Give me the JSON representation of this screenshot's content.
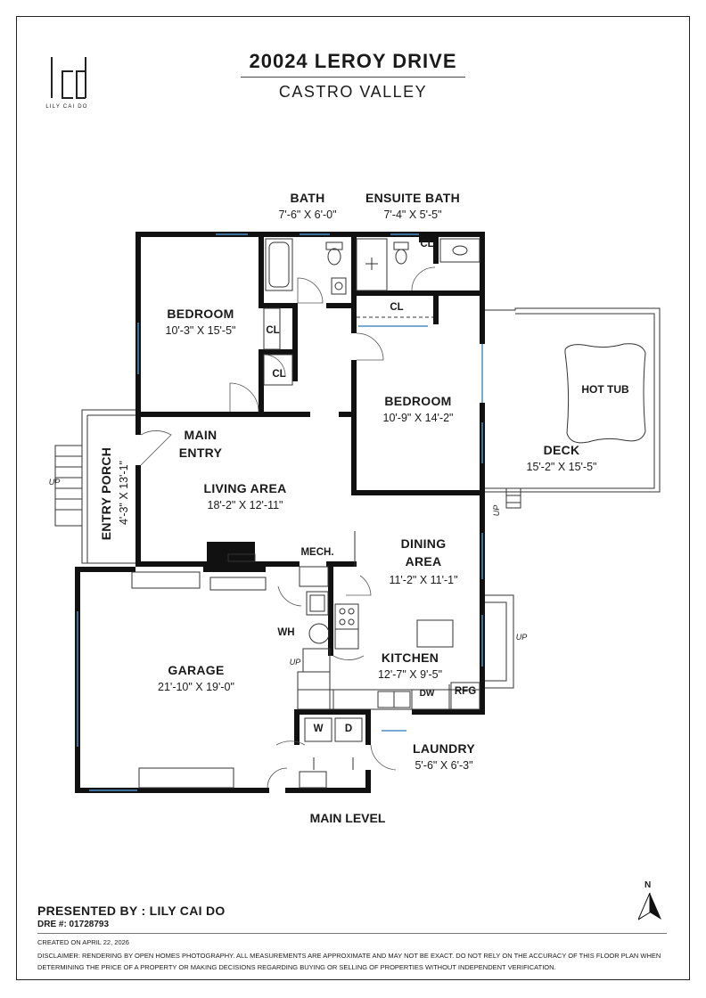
{
  "header": {
    "logo_text": "LILY CAI DO",
    "title": "20024 LEROY DRIVE",
    "subtitle": "CASTRO VALLEY"
  },
  "rooms": {
    "bath": {
      "name": "BATH",
      "dims": "7'-6\" X 6'-0\""
    },
    "ensuite_bath": {
      "name": "ENSUITE BATH",
      "dims": "7'-4\" X 5'-5\""
    },
    "bedroom_1": {
      "name": "BEDROOM",
      "dims": "10'-3\" X 15'-5\""
    },
    "bedroom_2": {
      "name": "BEDROOM",
      "dims": "10'-9\" X 14'-2\""
    },
    "main_entry": {
      "name_line1": "MAIN",
      "name_line2": "ENTRY"
    },
    "living_area": {
      "name": "LIVING AREA",
      "dims": "18'-2\" X 12'-11\""
    },
    "entry_porch": {
      "name": "ENTRY PORCH",
      "dims": "4'-3\" X 13'-1\""
    },
    "deck": {
      "name": "DECK",
      "dims": "15'-2\" X 15'-5\""
    },
    "hot_tub": {
      "name": "HOT TUB"
    },
    "dining_area": {
      "name_line1": "DINING",
      "name_line2": "AREA",
      "dims": "11'-2\" X 11'-1\""
    },
    "kitchen": {
      "name": "KITCHEN",
      "dims": "12'-7\" X 9'-5\""
    },
    "garage": {
      "name": "GARAGE",
      "dims": "21'-10\" X 19'-0\""
    },
    "laundry": {
      "name": "LAUNDRY",
      "dims": "5'-6\" X 6'-3\""
    }
  },
  "fixtures": {
    "closet": "CL",
    "mech": "MECH.",
    "water_heater": "WH",
    "dishwasher": "DW",
    "refrigerator": "RFG",
    "washer": "W",
    "dryer": "D",
    "up": "UP"
  },
  "level_label": "MAIN LEVEL",
  "footer": {
    "presented_by": "PRESENTED BY : LILY CAI DO",
    "dre": "DRE #: 01728793",
    "created": "CREATED ON APRIL 22, 2026",
    "disclaimer": "DISCLAIMER: RENDERING BY OPEN HOMES PHOTOGRAPHY. ALL MEASUREMENTS ARE APPROXIMATE AND MAY NOT BE EXACT. DO NOT RELY ON THE ACCURACY OF THIS FLOOR PLAN WHEN DETERMINING THE PRICE OF A PROPERTY OR MAKING DECISIONS REGARDING BUYING OR SELLING OF PROPERTIES WITHOUT INDEPENDENT VERIFICATION.",
    "north": "N"
  },
  "colors": {
    "wall": "#111111",
    "window": "#4a8fc9"
  }
}
